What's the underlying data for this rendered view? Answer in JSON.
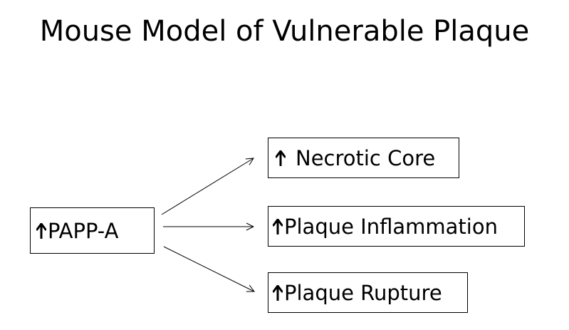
{
  "title": "Mouse Model of Vulnerable Plaque",
  "source": {
    "label": "PAPP-A",
    "icon": "arrow-up-icon"
  },
  "outcomes": [
    {
      "label": "Necrotic Core",
      "icon": "arrow-up-icon"
    },
    {
      "label": "Plaque Inflammation",
      "icon": "arrow-up-icon"
    },
    {
      "label": "Plaque Rupture",
      "icon": "arrow-up-icon"
    }
  ],
  "colors": {
    "line": "#000000",
    "background": "#ffffff"
  }
}
